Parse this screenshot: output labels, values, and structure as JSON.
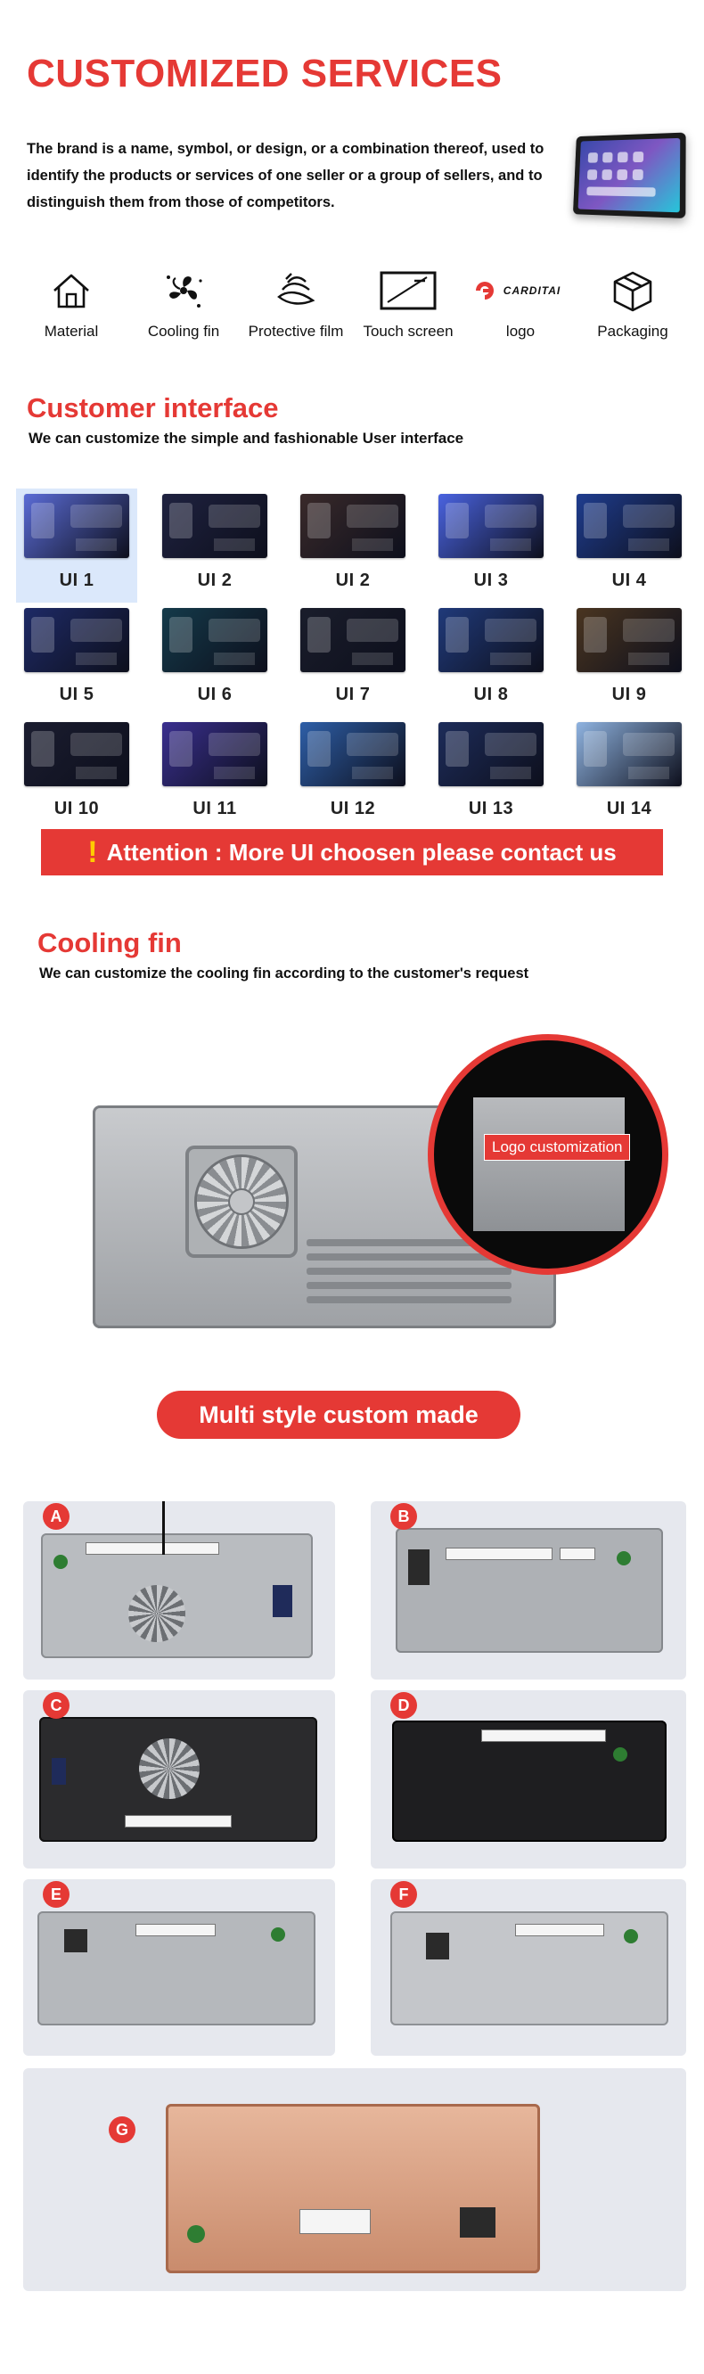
{
  "header": {
    "title": "CUSTOMIZED SERVICES",
    "intro": "The brand is a name, symbol, or design, or a combination thereof, used to identify the products or services of one seller or a group of sellers, and to distinguish them from those of competitors."
  },
  "services": [
    {
      "label": "Material",
      "icon": "house-icon"
    },
    {
      "label": "Cooling fin",
      "icon": "fan-icon"
    },
    {
      "label": "Protective film",
      "icon": "layers-icon"
    },
    {
      "label": "Touch screen",
      "icon": "screen-icon"
    },
    {
      "label": "logo",
      "icon": "logo-icon",
      "brand": "CARDITAI"
    },
    {
      "label": "Packaging",
      "icon": "box-icon"
    }
  ],
  "customer_interface": {
    "title": "Customer interface",
    "subtitle": "We can customize the simple and fashionable User interface",
    "items": [
      {
        "label": "UI 1",
        "color": "#5b6cd6"
      },
      {
        "label": "UI 2",
        "color": "#1f2240"
      },
      {
        "label": "UI 2",
        "color": "#3a2a2a"
      },
      {
        "label": "UI 3",
        "color": "#4a63e0"
      },
      {
        "label": "UI 4",
        "color": "#1f3d8f"
      },
      {
        "label": "UI 5",
        "color": "#1e2a66"
      },
      {
        "label": "UI 6",
        "color": "#143a4a"
      },
      {
        "label": "UI 7",
        "color": "#1a1d2b"
      },
      {
        "label": "UI 8",
        "color": "#203a7a"
      },
      {
        "label": "UI 9",
        "color": "#4a3520"
      },
      {
        "label": "UI 10",
        "color": "#1b1d30"
      },
      {
        "label": "UI 11",
        "color": "#3a2f8f"
      },
      {
        "label": "UI 12",
        "color": "#2e5fa8"
      },
      {
        "label": "UI 13",
        "color": "#1d2c5a"
      },
      {
        "label": "UI 14",
        "color": "#8fb3e0"
      }
    ]
  },
  "attention": {
    "text": "Attention : More UI choosen please contact us"
  },
  "cooling": {
    "title": "Cooling fin",
    "subtitle": "We can customize the cooling fin according to the customer's request",
    "logo_tag": "Logo customization"
  },
  "multi_style": {
    "label": "Multi style custom made",
    "variants": [
      "A",
      "B",
      "C",
      "D",
      "E",
      "F",
      "G"
    ]
  },
  "colors": {
    "accent": "#e53935",
    "selected_bg": "#dbe8fb",
    "variant_bg": "#e6e8ee"
  }
}
